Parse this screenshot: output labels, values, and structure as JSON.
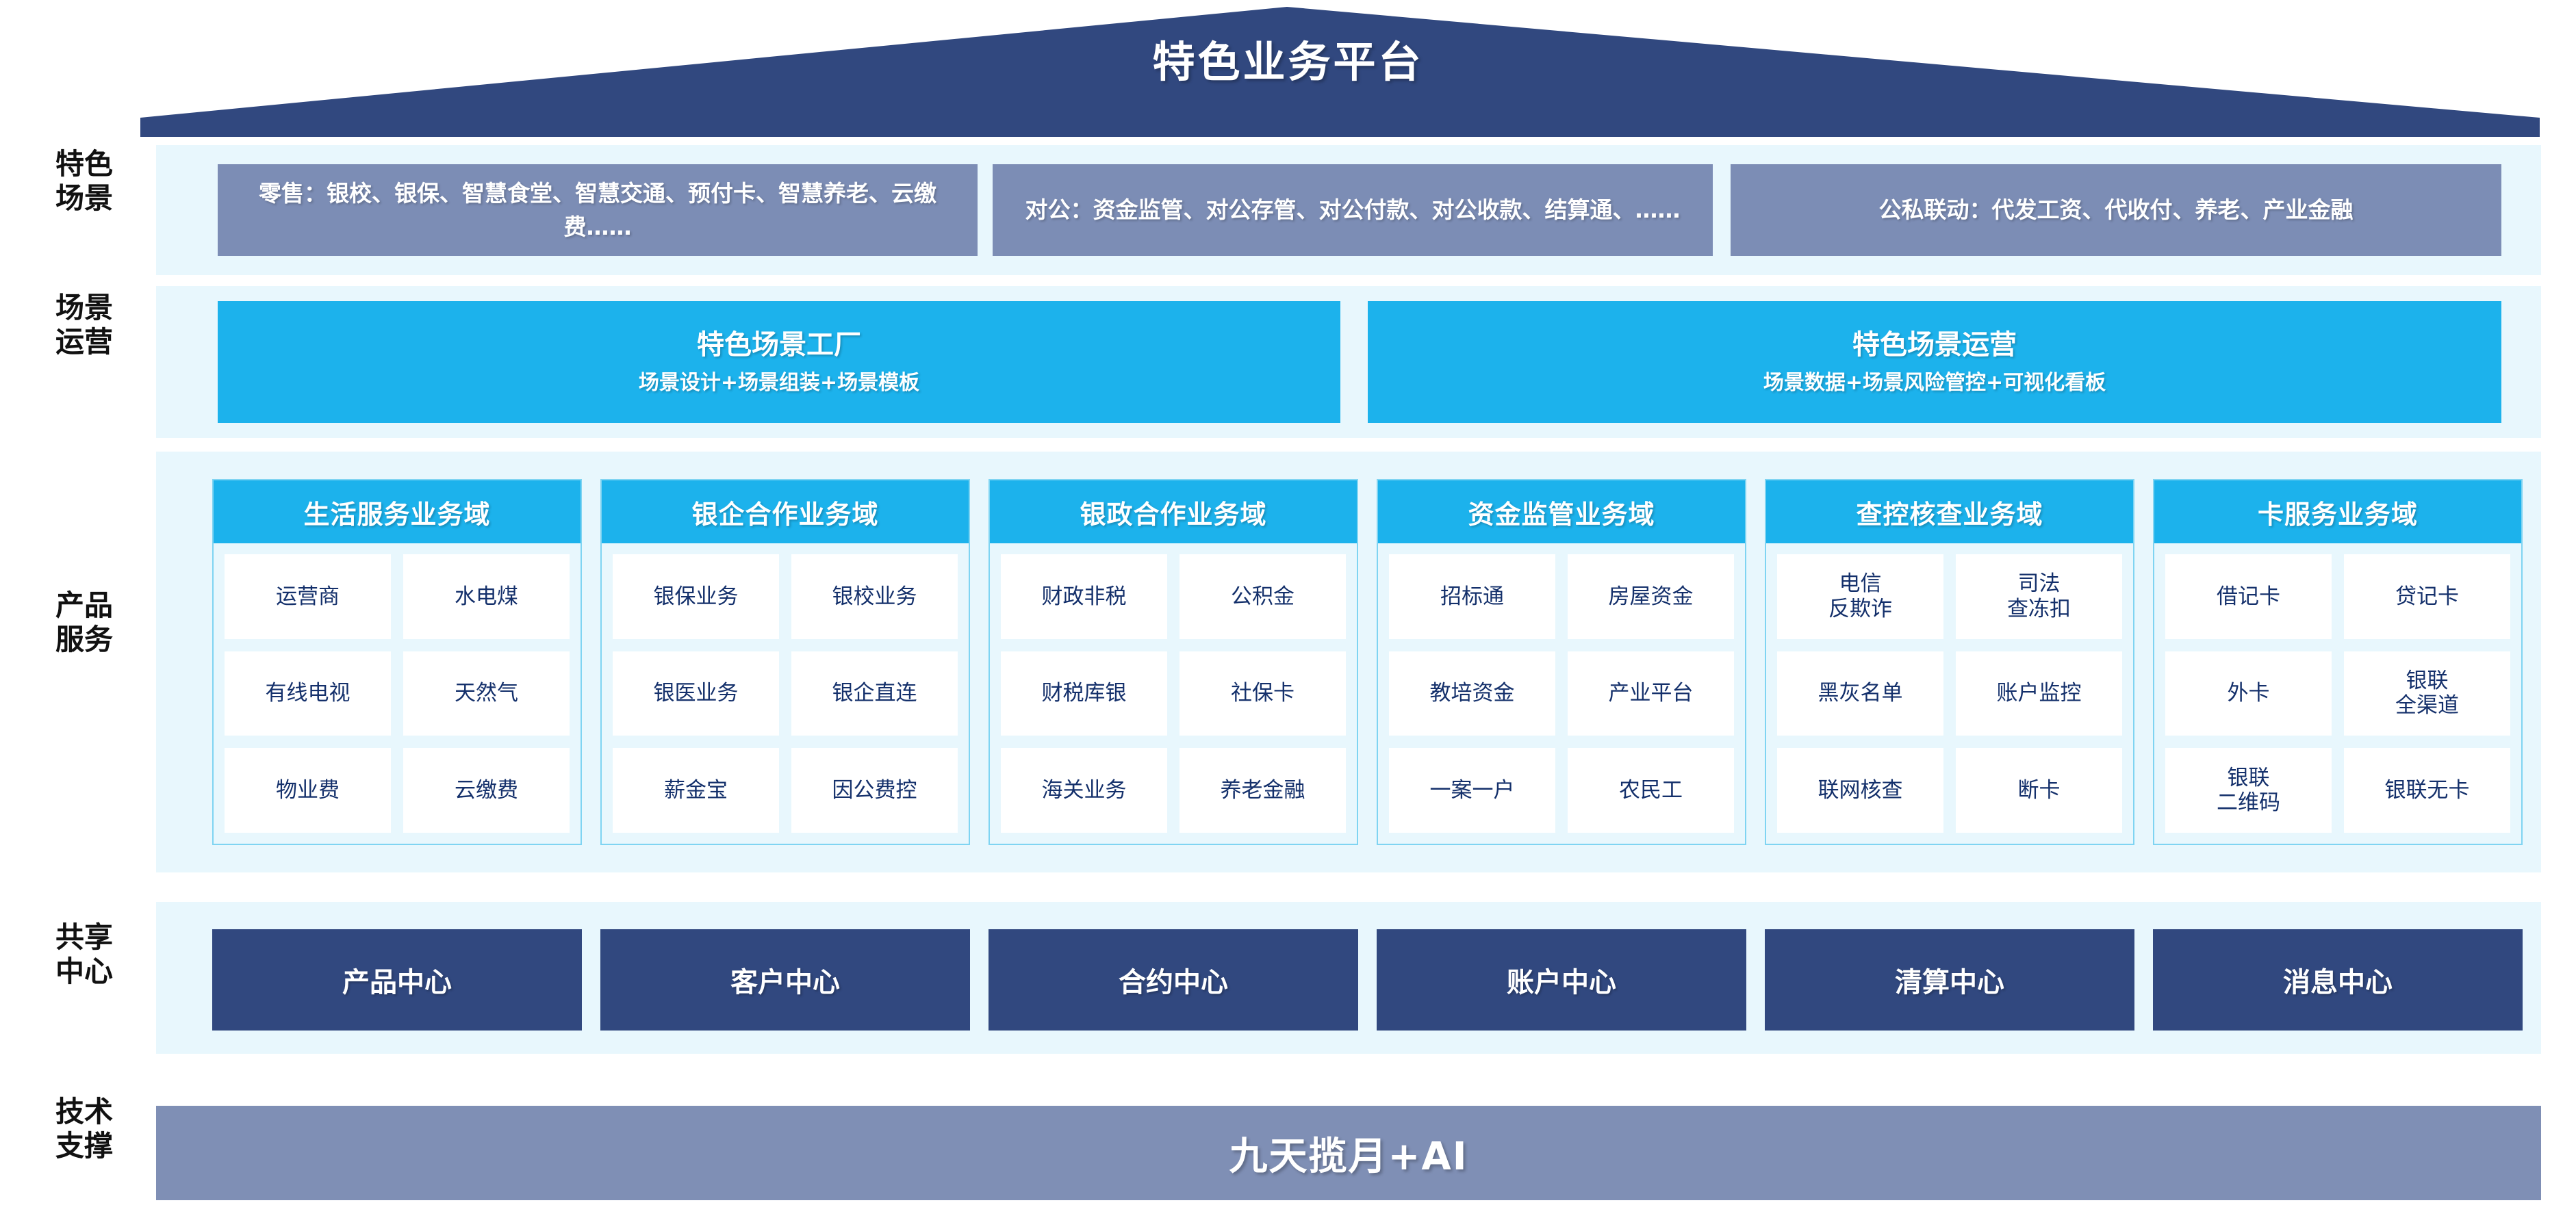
{
  "title": "特色业务平台",
  "colors": {
    "roof": "#31487f",
    "band": "#e8f7fd",
    "scenario_box": "#7c8db5",
    "cyan": "#1cb2ec",
    "center": "#31487f",
    "tech": "#7f8fb5",
    "cell_text": "#14306b"
  },
  "rail_labels": [
    {
      "line1": "特色",
      "line2": "场景"
    },
    {
      "line1": "场景",
      "line2": "运营"
    },
    {
      "line1": "产品",
      "line2": "服务"
    },
    {
      "line1": "共享",
      "line2": "中心"
    },
    {
      "line1": "技术",
      "line2": "支撑"
    }
  ],
  "scenarios": [
    {
      "text": "零售：银校、银保、智慧食堂、智慧交通、预付卡、智慧养老、云缴费……"
    },
    {
      "text": "对公：资金监管、对公存管、对公付款、对公收款、结算通、……"
    },
    {
      "text": "公私联动：代发工资、代收付、养老、产业金融"
    }
  ],
  "operations": [
    {
      "title": "特色场景工厂",
      "sub": "场景设计+场景组装+场景模板"
    },
    {
      "title": "特色场景运营",
      "sub": "场景数据+场景风险管控+可视化看板"
    }
  ],
  "domains": [
    {
      "title": "生活服务业务域",
      "cells": [
        "运营商",
        "水电煤",
        "有线电视",
        "天然气",
        "物业费",
        "云缴费"
      ]
    },
    {
      "title": "银企合作业务域",
      "cells": [
        "银保业务",
        "银校业务",
        "银医业务",
        "银企直连",
        "薪金宝",
        "因公费控"
      ]
    },
    {
      "title": "银政合作业务域",
      "cells": [
        "财政非税",
        "公积金",
        "财税库银",
        "社保卡",
        "海关业务",
        "养老金融"
      ]
    },
    {
      "title": "资金监管业务域",
      "cells": [
        "招标通",
        "房屋资金",
        "教培资金",
        "产业平台",
        "一案一户",
        "农民工"
      ]
    },
    {
      "title": "查控核查业务域",
      "cells": [
        "电信\n反欺诈",
        "司法\n查冻扣",
        "黑灰名单",
        "账户监控",
        "联网核查",
        "断卡"
      ]
    },
    {
      "title": "卡服务业务域",
      "cells": [
        "借记卡",
        "贷记卡",
        "外卡",
        "银联\n全渠道",
        "银联\n二维码",
        "银联无卡"
      ]
    }
  ],
  "centers": [
    "产品中心",
    "客户中心",
    "合约中心",
    "账户中心",
    "清算中心",
    "消息中心"
  ],
  "tech_support": "九天揽月+AI"
}
